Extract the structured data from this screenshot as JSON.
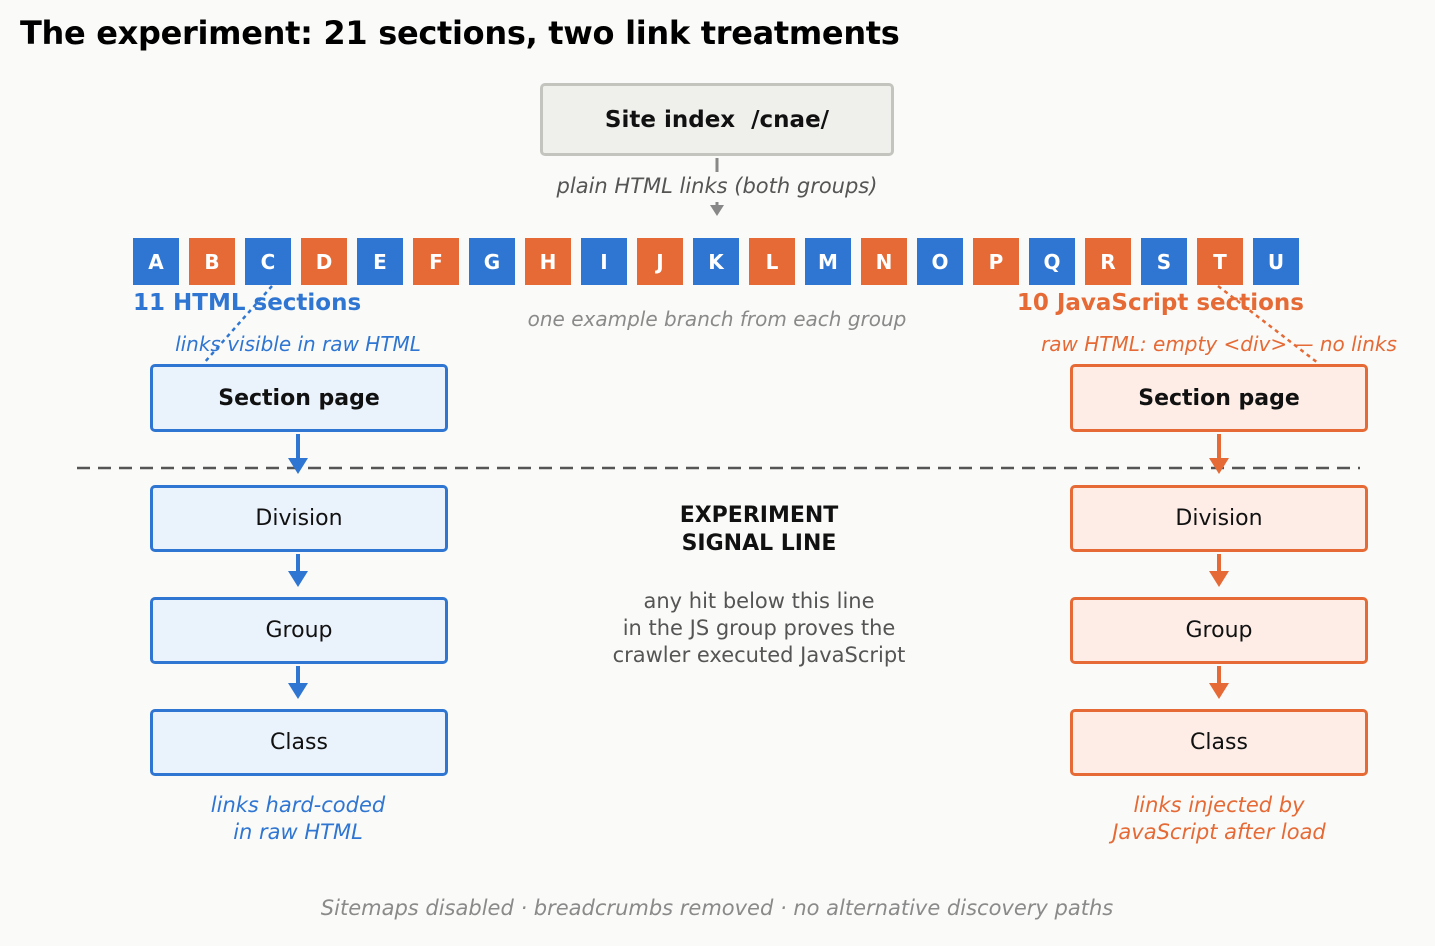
{
  "title": "The experiment: 21 sections, two link treatments",
  "site_index": {
    "label": "Site index  /cnae/",
    "caption": "plain HTML links (both groups)"
  },
  "sections": [
    {
      "letter": "A",
      "group": "html"
    },
    {
      "letter": "B",
      "group": "js"
    },
    {
      "letter": "C",
      "group": "html"
    },
    {
      "letter": "D",
      "group": "js"
    },
    {
      "letter": "E",
      "group": "html"
    },
    {
      "letter": "F",
      "group": "js"
    },
    {
      "letter": "G",
      "group": "html"
    },
    {
      "letter": "H",
      "group": "js"
    },
    {
      "letter": "I",
      "group": "html"
    },
    {
      "letter": "J",
      "group": "js"
    },
    {
      "letter": "K",
      "group": "html"
    },
    {
      "letter": "L",
      "group": "js"
    },
    {
      "letter": "M",
      "group": "html"
    },
    {
      "letter": "N",
      "group": "js"
    },
    {
      "letter": "O",
      "group": "html"
    },
    {
      "letter": "P",
      "group": "js"
    },
    {
      "letter": "Q",
      "group": "html"
    },
    {
      "letter": "R",
      "group": "js"
    },
    {
      "letter": "S",
      "group": "html"
    },
    {
      "letter": "T",
      "group": "js"
    },
    {
      "letter": "U",
      "group": "html"
    }
  ],
  "middle_note": "one example branch from each group",
  "html_group": {
    "heading": "11 HTML sections",
    "subnote": "links visible in raw HTML",
    "section_page": "Section page",
    "division": "Division",
    "group": "Group",
    "class": "Class",
    "footer_line1": "links hard-coded",
    "footer_line2": "in raw HTML",
    "color": "#2f76d2"
  },
  "js_group": {
    "heading": "10 JavaScript sections",
    "subnote": "raw HTML: empty <div> — no links",
    "section_page": "Section page",
    "division": "Division",
    "group": "Group",
    "class": "Class",
    "footer_line1": "links injected by",
    "footer_line2": "JavaScript after load",
    "color": "#e56a35"
  },
  "signal": {
    "heading_line1": "EXPERIMENT",
    "heading_line2": "SIGNAL LINE",
    "desc_line1": "any hit below this line",
    "desc_line2": "in the JS group proves the",
    "desc_line3": "crawler executed JavaScript"
  },
  "footnote": "Sitemaps disabled · breadcrumbs removed · no alternative discovery paths"
}
